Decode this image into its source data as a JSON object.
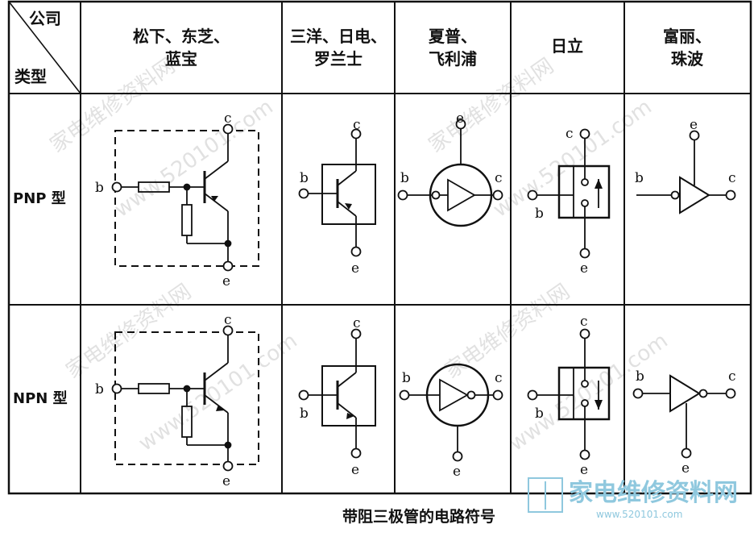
{
  "table": {
    "corner_top": "公司",
    "corner_bottom": "类型",
    "columns": [
      {
        "line1": "松下、东芝、",
        "line2": "蓝宝"
      },
      {
        "line1": "三洋、日电、",
        "line2": "罗兰士"
      },
      {
        "line1": "夏普、",
        "line2": "飞利浦"
      },
      {
        "line1": "日立",
        "line2": ""
      },
      {
        "line1": "富丽、",
        "line2": "珠波"
      }
    ],
    "rows": [
      {
        "label": "PNP 型"
      },
      {
        "label": "NPN 型"
      }
    ]
  },
  "terminals": {
    "base": "b",
    "collector": "c",
    "emitter": "e"
  },
  "caption": "带阻三极管的电路符号",
  "watermark": {
    "text_cn": "家电维修资料网",
    "text_url": "www.520101.com"
  },
  "logo": {
    "name": "家电维修资料网",
    "url": "www.520101.com"
  }
}
